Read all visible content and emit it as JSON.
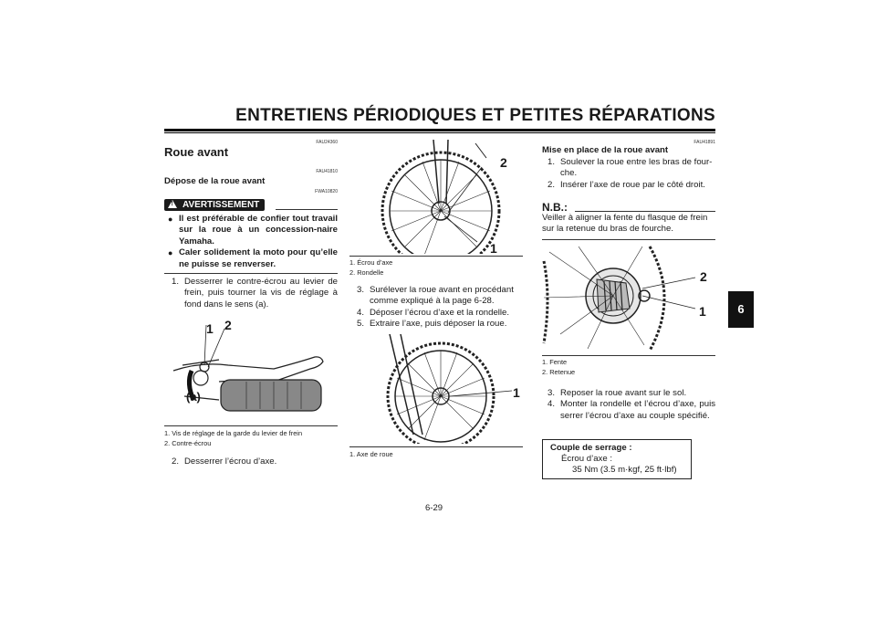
{
  "header": {
    "title": "ENTRETIENS PÉRIODIQUES ET PETITES RÉPARATIONS"
  },
  "side_tab": "6",
  "page_number": "6-29",
  "col1": {
    "code1": "FAU24360",
    "heading": "Roue avant",
    "code2": "FAU41810",
    "subheading": "Dépose de la roue avant",
    "code3": "FWA10820",
    "warning_label": "AVERTISSEMENT",
    "warning_items": [
      "Il est préférable de confier tout travail sur la roue à un concession-naire Yamaha.",
      "Caler solidement la moto pour qu’elle ne puisse se renverser."
    ],
    "step1_num": "1.",
    "step1": "Desserrer le contre-écrou au levier de frein, puis tourner la vis de réglage à fond dans le sens (a).",
    "fig_labels": [
      "1",
      "2",
      "(a)"
    ],
    "captions": [
      "1. Vis de réglage de la garde du levier de frein",
      "2. Contre-écrou"
    ],
    "step2_num": "2.",
    "step2": "Desserrer l’écrou d’axe."
  },
  "col2": {
    "fig1_labels": [
      "2",
      "1"
    ],
    "captions1": [
      "1. Écrou d’axe",
      "2. Rondelle"
    ],
    "steps": [
      {
        "num": "3.",
        "text": "Surélever la roue avant en procédant comme expliqué à la page 6-28."
      },
      {
        "num": "4.",
        "text": "Déposer l’écrou d’axe et la rondelle."
      },
      {
        "num": "5.",
        "text": "Extraire l’axe, puis déposer la roue."
      }
    ],
    "fig2_labels": [
      "1"
    ],
    "captions2": [
      "1. Axe de roue"
    ]
  },
  "col3": {
    "code": "FAU41891",
    "heading": "Mise en place de la roue avant",
    "steps": [
      {
        "num": "1.",
        "text": "Soulever la roue entre les bras de four-che."
      },
      {
        "num": "2.",
        "text": "Insérer l’axe de roue par le côté droit."
      }
    ],
    "nb_label": "N.B.:",
    "nb_text": "Veiller à aligner la fente du flasque de frein sur la retenue du bras de fourche.",
    "fig_labels": [
      "2",
      "1"
    ],
    "captions": [
      "1. Fente",
      "2. Retenue"
    ],
    "steps2": [
      {
        "num": "3.",
        "text": "Reposer la roue avant sur le sol."
      },
      {
        "num": "4.",
        "text": "Monter la rondelle et l’écrou d’axe, puis serrer l’écrou d’axe au couple spécifié."
      }
    ],
    "torque": {
      "title": "Couple de serrage :",
      "item": "Écrou d’axe :",
      "value": "35 Nm (3.5 m·kgf, 25 ft·lbf)"
    }
  }
}
